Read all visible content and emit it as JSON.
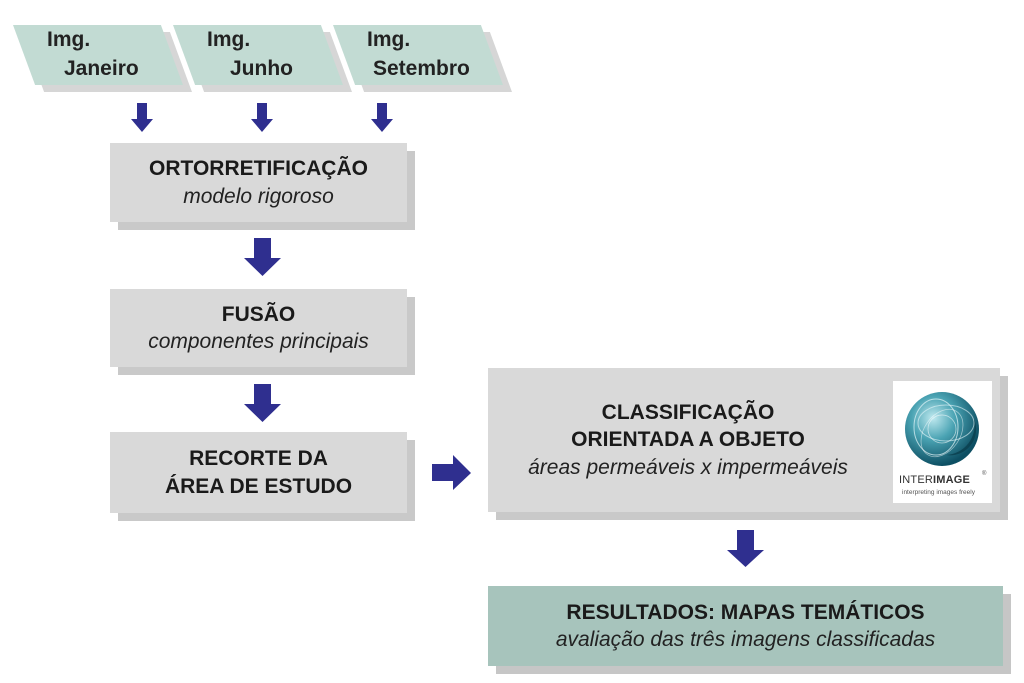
{
  "inputs": [
    {
      "line1": "Img.",
      "line2": "Janeiro"
    },
    {
      "line1": "Img.",
      "line2": "Junho"
    },
    {
      "line1": "Img.",
      "line2": "Setembro"
    }
  ],
  "steps": {
    "ortho": {
      "title": "ORTORRETIFICAÇÃO",
      "subtitle": "modelo rigoroso"
    },
    "fusion": {
      "title": "FUSÃO",
      "subtitle": "componentes principais"
    },
    "crop": {
      "line1": "RECORTE DA",
      "line2": "ÁREA DE ESTUDO"
    },
    "classification": {
      "line1": "CLASSIFICAÇÃO",
      "line2": "ORIENTADA A OBJETO",
      "subtitle": "áreas permeáveis x impermeáveis"
    },
    "results": {
      "title": "RESULTADOS: MAPAS TEMÁTICOS",
      "subtitle": "avaliação das três imagens classificadas"
    }
  },
  "logo": {
    "brand_prefix": "INTER",
    "brand_suffix": "IMAGE",
    "registered": "®",
    "tagline": "interpreting images freely"
  },
  "colors": {
    "input_fill": "#c2dbd3",
    "step_fill": "#d9d9d9",
    "result_fill": "#a7c4bc",
    "arrow": "#2f2f8f"
  }
}
